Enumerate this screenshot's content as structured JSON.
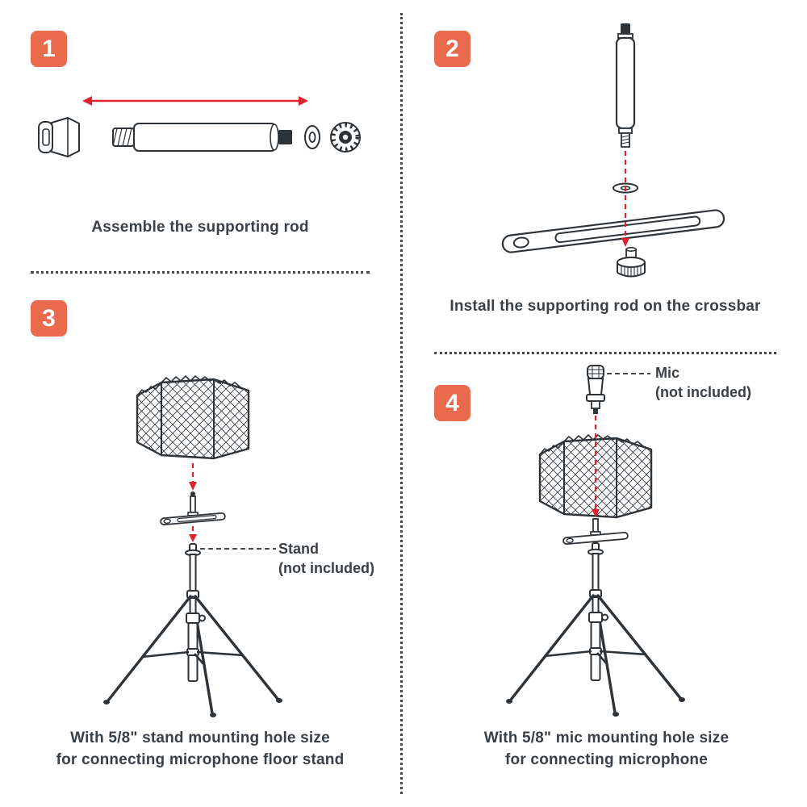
{
  "colors": {
    "accent": "#e96a4c",
    "ink": "#3a4046",
    "line_art": "#2e3338",
    "arrow_red": "#e02230"
  },
  "steps": [
    {
      "number": "1",
      "caption": "Assemble the supporting rod"
    },
    {
      "number": "2",
      "caption": "Install the supporting rod on the crossbar"
    },
    {
      "number": "3",
      "caption_line1": "With 5/8\" stand mounting hole size",
      "caption_line2": "for connecting microphone floor stand",
      "annotation_label": "Stand",
      "annotation_note": "(not included)"
    },
    {
      "number": "4",
      "caption_line1": "With 5/8\" mic mounting hole size",
      "caption_line2": "for connecting microphone",
      "annotation_label": "Mic",
      "annotation_note": "(not included)"
    }
  ]
}
